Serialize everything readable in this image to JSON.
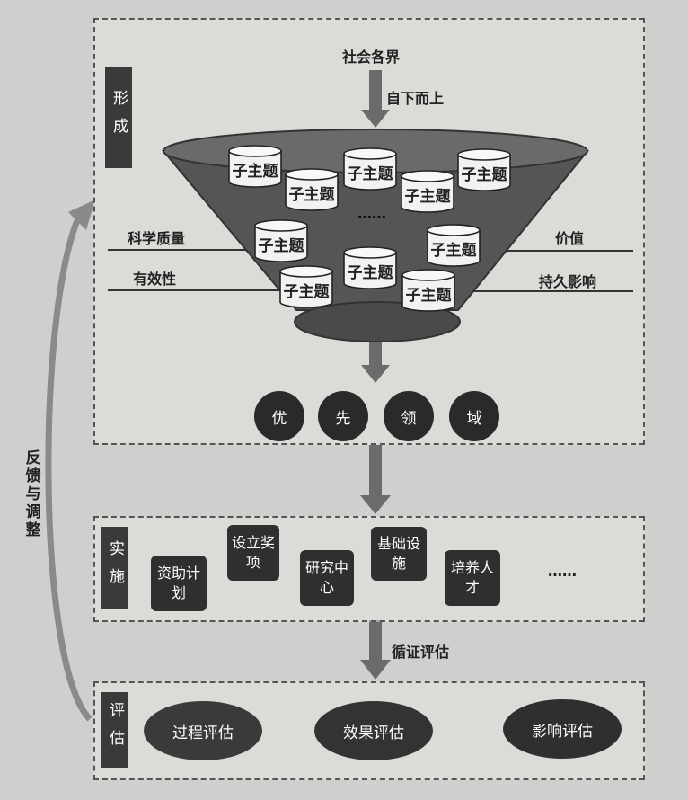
{
  "top_source": "社会各界",
  "top_arrow_label": "自下而上",
  "formation_tag": "形成",
  "subtopic_label": "子主题",
  "subtopic_ellipsis": "……",
  "criteria_left": [
    "科学质量",
    "有效性"
  ],
  "criteria_right": [
    "价值",
    "持久影响"
  ],
  "priority_chars": [
    "优",
    "先",
    "领",
    "域"
  ],
  "implementation_tag": "实施",
  "implementation_items": [
    "资助计划",
    "设立奖项",
    "研究中心",
    "基础设施",
    "培养人才"
  ],
  "implementation_ellipsis": "……",
  "evidence_label": "循证评估",
  "evaluation_tag": "评估",
  "evaluation_items": [
    "过程评估",
    "效果评估",
    "影响评估"
  ],
  "feedback_label": "反馈与调整",
  "colors": {
    "dark": "#2f2f2f",
    "funnel": "#555555",
    "arrow": "#6b6b6b",
    "page": "#cfcfcd"
  }
}
